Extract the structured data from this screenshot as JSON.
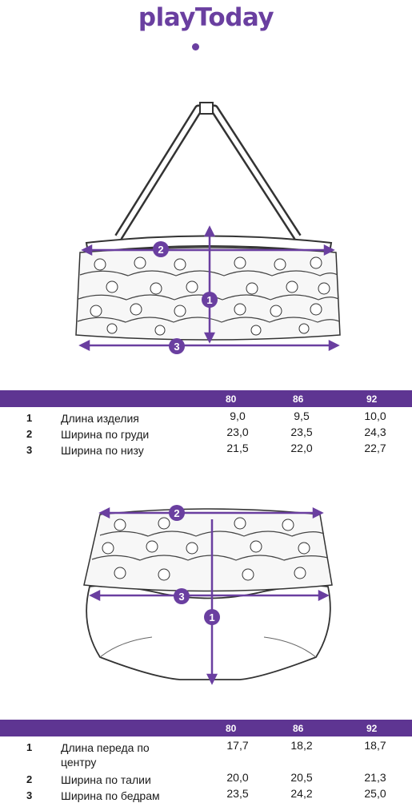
{
  "brand": {
    "logo_text": "playToday",
    "color": "#6a3fa0"
  },
  "top": {
    "markers": [
      "1",
      "2",
      "3"
    ],
    "sizes": [
      "80",
      "86",
      "92"
    ],
    "rows": [
      {
        "num": "1",
        "name": "Длина изделия",
        "v": [
          "9,0",
          "9,5",
          "10,0"
        ]
      },
      {
        "num": "2",
        "name": "Ширина по груди",
        "v": [
          "23,0",
          "23,5",
          "24,3"
        ]
      },
      {
        "num": "3",
        "name": "Ширина по низу",
        "v": [
          "21,5",
          "22,0",
          "22,7"
        ]
      }
    ]
  },
  "bottom": {
    "markers": [
      "1",
      "2",
      "3"
    ],
    "sizes": [
      "80",
      "86",
      "92"
    ],
    "rows": [
      {
        "num": "1",
        "name": "Длина переда по центру",
        "v": [
          "17,7",
          "18,2",
          "18,7"
        ]
      },
      {
        "num": "2",
        "name": "Ширина по талии",
        "v": [
          "20,0",
          "20,5",
          "21,3"
        ]
      },
      {
        "num": "3",
        "name": "Ширина по бедрам",
        "v": [
          "23,5",
          "24,2",
          "25,0"
        ]
      }
    ]
  },
  "colors": {
    "header_bg": "#5e3592",
    "accent": "#6a3fa0"
  }
}
